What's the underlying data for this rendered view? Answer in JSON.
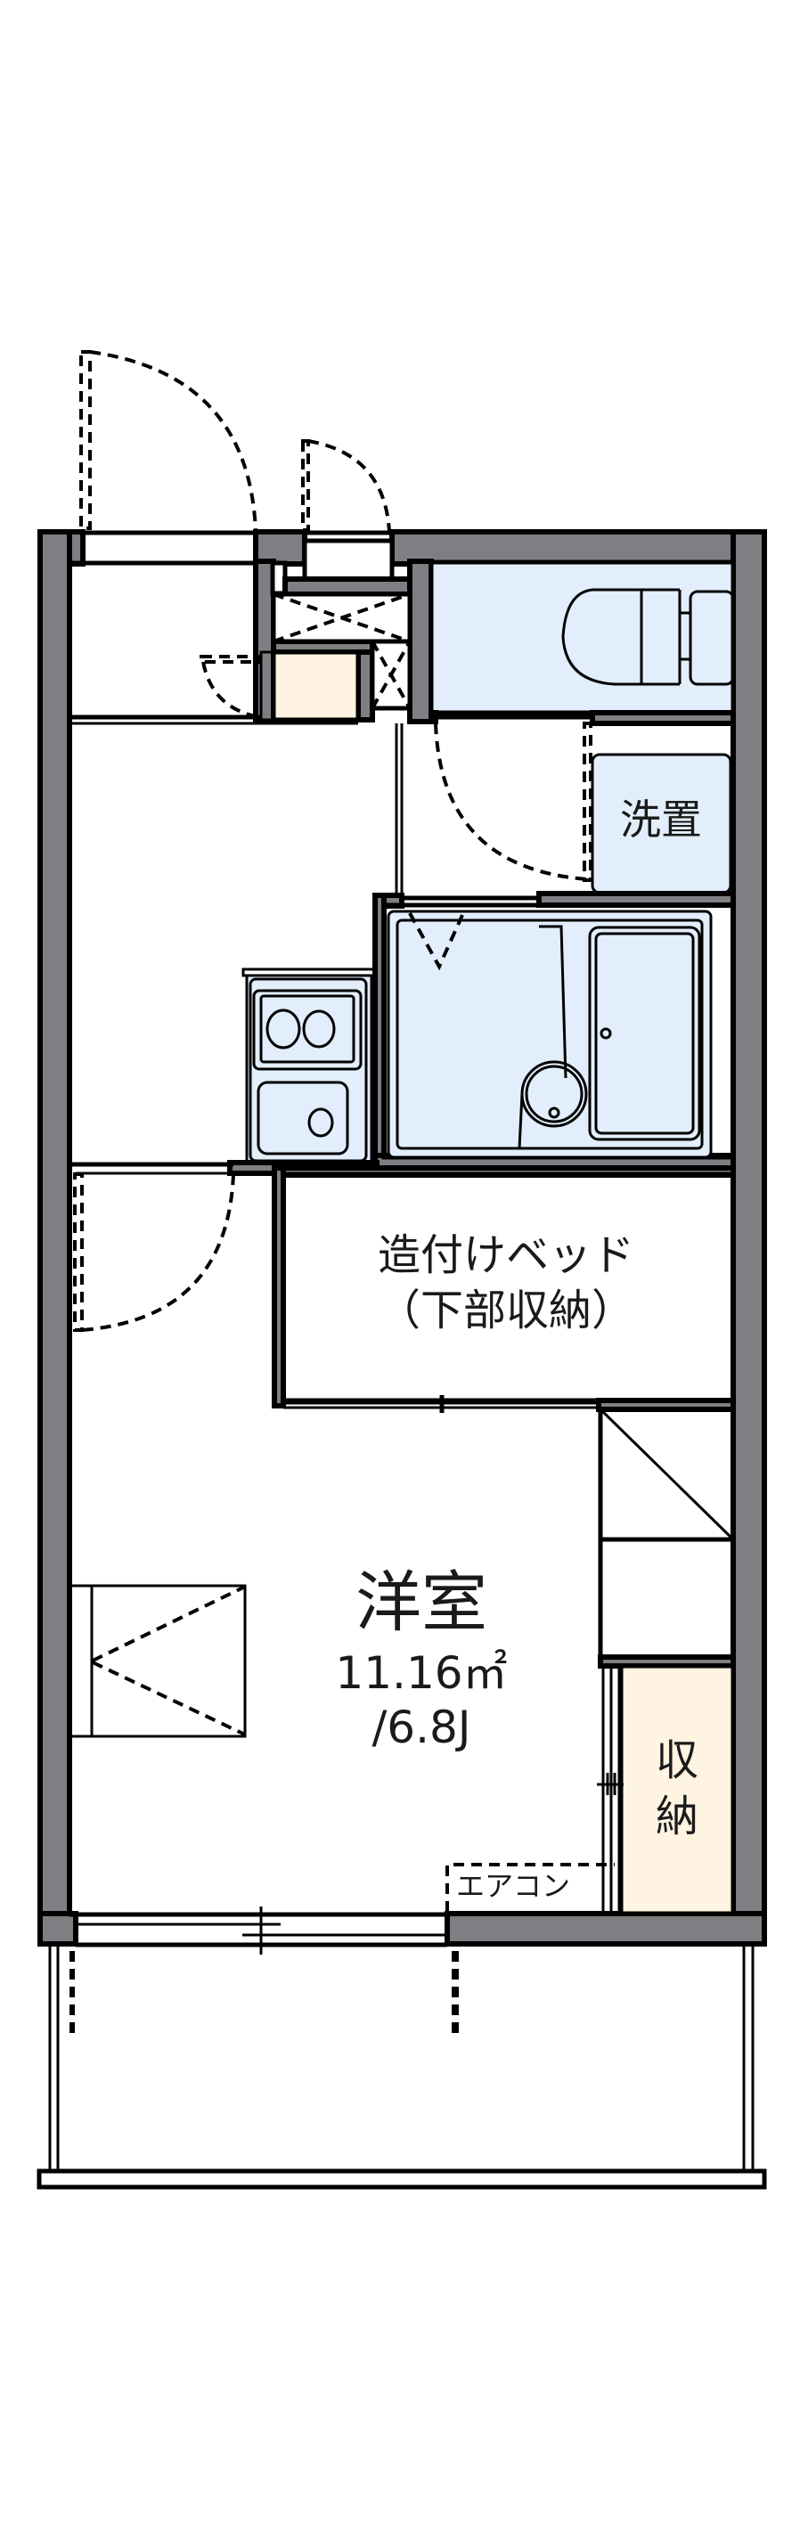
{
  "floorplan": {
    "colors": {
      "wall": "#7f7e83",
      "wet_area": "#e3eefc",
      "storage": "#fff3e1",
      "line": "#000000",
      "background": "#ffffff"
    },
    "rooms": {
      "washing_machine": {
        "label": "洗置"
      },
      "built_in_bed": {
        "line1": "造付けベッド",
        "line2": "（下部収納）"
      },
      "western_room": {
        "label": "洋室",
        "area": "11.16㎡",
        "size": "/6.8J"
      },
      "closet": {
        "line1": "収",
        "line2": "納"
      },
      "air_conditioner": {
        "label": "エアコン"
      }
    },
    "icons": [
      "entrance-door",
      "toilet",
      "kitchen-stove",
      "kitchen-sink",
      "bathtub",
      "washbasin",
      "sliding-window",
      "balcony-railing"
    ]
  }
}
